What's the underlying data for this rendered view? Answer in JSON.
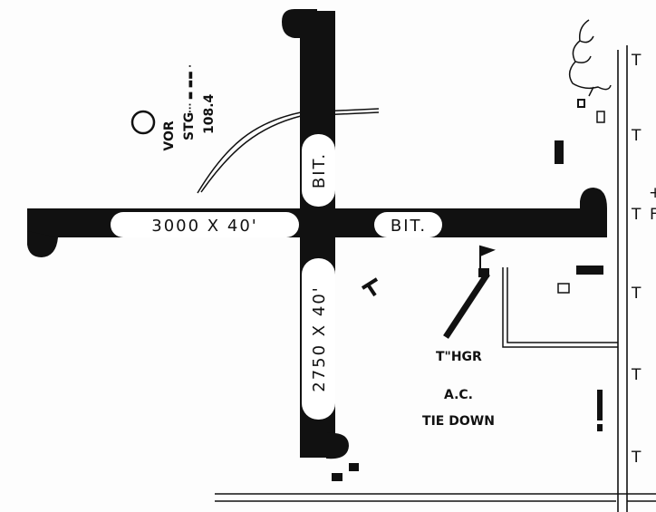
{
  "runways": {
    "horizontal": {
      "dimensions": "3000 X 40'",
      "surface": "BIT."
    },
    "vertical": {
      "dimensions": "2750 X 40'",
      "surface": "BIT."
    }
  },
  "navaid": {
    "type": "VOR",
    "ident": "STG",
    "morse": "··· ▬ ▬▬ ·",
    "frequency": "108.4"
  },
  "hangar": {
    "label": "T\"HGR"
  },
  "tie_down": {
    "line1": "A.C.",
    "line2": "TIE DOWN"
  },
  "road_markers": [
    "T",
    "T",
    "T",
    "T",
    "T",
    "T"
  ],
  "edge_marks": {
    "plus": "+",
    "partial_letter": "F"
  },
  "colors": {
    "ink": "#111111",
    "paper": "#fdfdfd"
  }
}
